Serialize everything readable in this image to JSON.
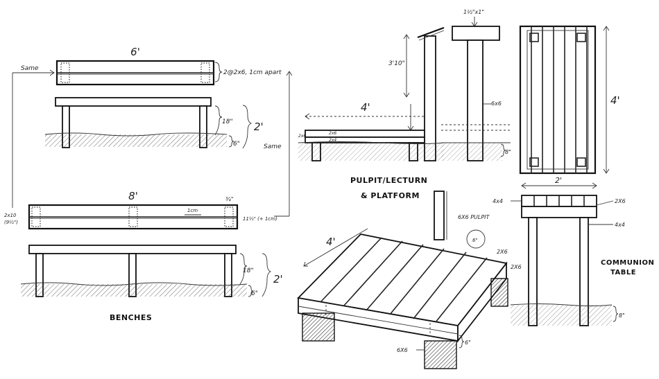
{
  "benches": {
    "title": "BENCHES",
    "short_length": "6'",
    "long_length": "8'",
    "top_note": "2@2x6, 1cm apart",
    "same_left": "Same",
    "same_right": "Same",
    "seat_height_short": "18\"",
    "seat_height_long": "18\"",
    "total_short": "2'",
    "total_long": "2'",
    "bury_short": "6\"",
    "bury_long": "6\"",
    "side_2x10": "2x10",
    "side_9half": "(9½\")",
    "gap_1cm": "1cm",
    "three_quarter": "¾\"",
    "width_note": "11½\" (+ 1cm)"
  },
  "pulpit": {
    "title_line1": "PULPIT/LECTURN",
    "title_line2": "& PLATFORM",
    "height": "3'10\"",
    "length": "4'",
    "label_2x6": "2x6",
    "label_2x6_b": "2x6",
    "label_2x4": "2x4",
    "post": "6x6",
    "top_size": "1½\"x1\"",
    "bury": "8\"",
    "platform_size": "4'",
    "post_label": "6X6 PULPIT",
    "corner_2x6": "2X6",
    "corner_2x6_b": "2X6",
    "leg_6x6": "6X6",
    "leg_height": "6\"",
    "circle_detail": "6\""
  },
  "table": {
    "title_line1": "COMMUNION",
    "title_line2": "TABLE",
    "length": "4'",
    "width": "2'",
    "label_4x4_top": "4x4",
    "label_2x6": "2X6",
    "label_4x4_leg": "4x4",
    "bury": "8\""
  }
}
